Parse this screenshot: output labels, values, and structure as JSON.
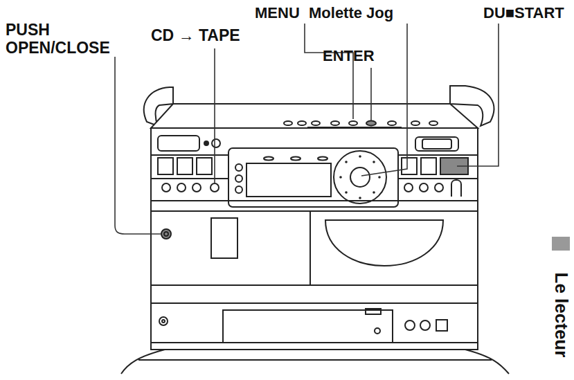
{
  "diagram": {
    "labels": [
      "PUSH OPEN/CLOSE",
      "CD → TAPE",
      "MENU",
      "Molette Jog",
      "DU■START",
      "ENTER",
      "Le lecteur"
    ]
  }
}
